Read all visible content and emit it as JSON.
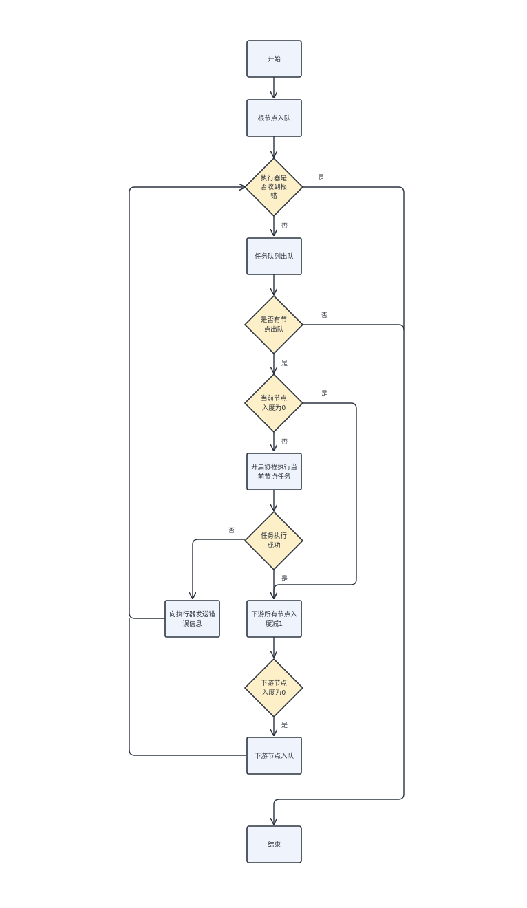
{
  "nodes": {
    "start": "开始",
    "enqueue_root": "根节点入队",
    "check_error": [
      "执行器是",
      "否收到报",
      "错"
    ],
    "dequeue": "任务队列出队",
    "has_node": [
      "是否有节",
      "点出队"
    ],
    "indegree_zero": [
      "当前节点",
      "入度为0"
    ],
    "run_task": [
      "开启协程执行当",
      "前节点任务"
    ],
    "task_success": [
      "任务执行",
      "成功"
    ],
    "send_error": [
      "向执行器发送错",
      "误信息"
    ],
    "decrement": [
      "下游所有节点入",
      "度减1"
    ],
    "downstream_zero": [
      "下游节点",
      "入度为0"
    ],
    "enqueue_downstream": "下游节点入队",
    "end": "结束"
  },
  "edges": {
    "check_yes": "是",
    "check_no": "否",
    "has_no": "否",
    "has_yes": "是",
    "indeg_yes": "是",
    "indeg_no": "否",
    "success_no": "否",
    "success_yes": "是",
    "down_yes": "是"
  }
}
